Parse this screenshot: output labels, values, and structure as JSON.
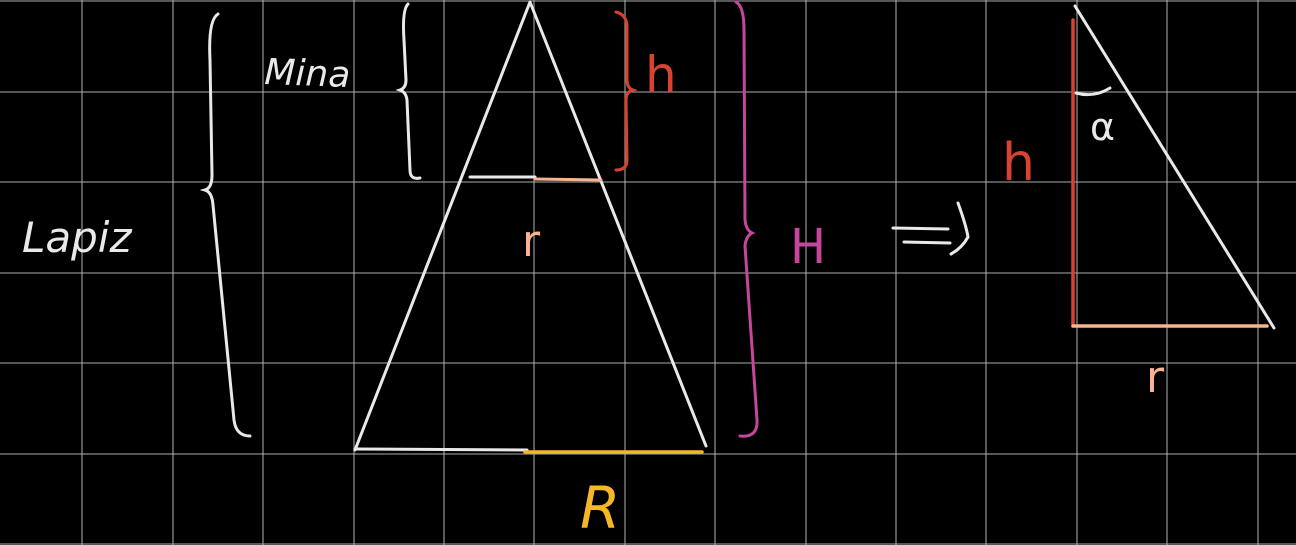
{
  "colors": {
    "background": "#000000",
    "grid": "#b8b8b8",
    "chalk": "#e9e9e9",
    "red": "#d8432f",
    "peach": "#f7b392",
    "magenta": "#c4479c",
    "yellow": "#f4b827"
  },
  "labels": {
    "mina": "Mina",
    "lapiz": "Lapiz",
    "h_left": "h",
    "h_right": "h",
    "r_left": "r",
    "r_right": "r",
    "R": "R",
    "H": "H",
    "alpha": "α",
    "implies": "⟹"
  }
}
